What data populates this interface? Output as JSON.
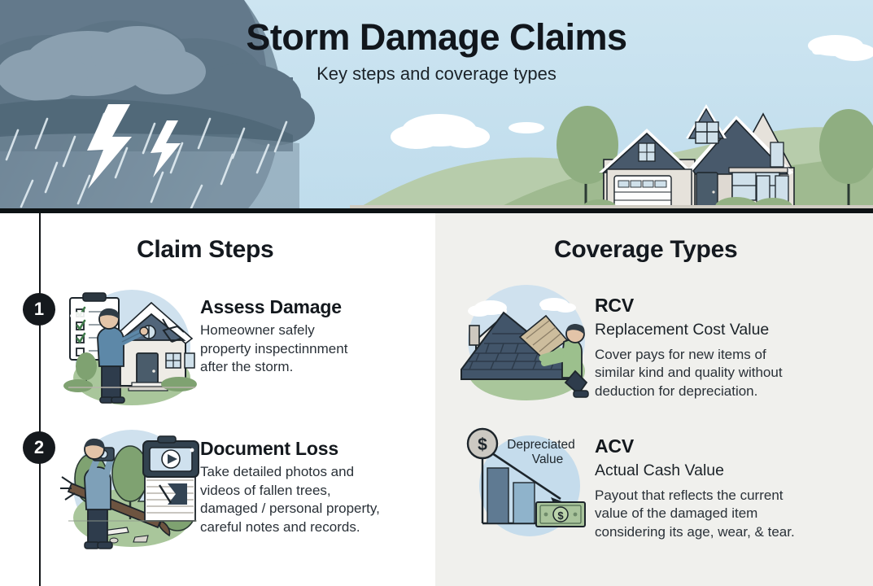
{
  "hero": {
    "title": "Storm Damage Claims",
    "subtitle": "Key steps and coverage types",
    "scene_left": "storm-cloud-lightning-rain",
    "scene_right": "suburban-house-hills-trees",
    "sky_color": "#c6e1ef",
    "cloud_color": "#6c8294",
    "hill_color": "#a8c39a",
    "baseline_color": "#0d1214"
  },
  "left_panel": {
    "heading": "Claim Steps",
    "background": "#ffffff",
    "timeline_color": "#111417",
    "steps": [
      {
        "number": "1",
        "icon": "home-inspection-clipboard-icon",
        "title": "Assess Damage",
        "body": [
          "Homeowner safely",
          "property inspectinnment",
          "after the storm."
        ]
      },
      {
        "number": "2",
        "icon": "camera-fallen-tree-icon",
        "title": "Document Loss",
        "body": [
          "Take detailed photos and",
          "videos of fallen trees,",
          "damaged / personal property,",
          "careful notes and records."
        ]
      }
    ]
  },
  "right_panel": {
    "heading": "Coverage Types",
    "background": "#f0f0ed",
    "coverages": [
      {
        "abbr": "RCV",
        "icon": "roof-shingle-repair-icon",
        "name": "Replacement Cost Value",
        "body": [
          "Cover pays for new items of",
          "similar kind and quality without",
          "deduction for depreciation."
        ]
      },
      {
        "abbr": "ACV",
        "icon": "depreciation-chart-money-icon",
        "icon_labels": [
          "Depreciated",
          "Value"
        ],
        "icon_symbols": [
          "$",
          "$"
        ],
        "name": "Actual Cash Value",
        "body": [
          "Payout that reflects the current",
          "value of the damaged item",
          "considering its age, wear, & tear."
        ]
      }
    ]
  }
}
